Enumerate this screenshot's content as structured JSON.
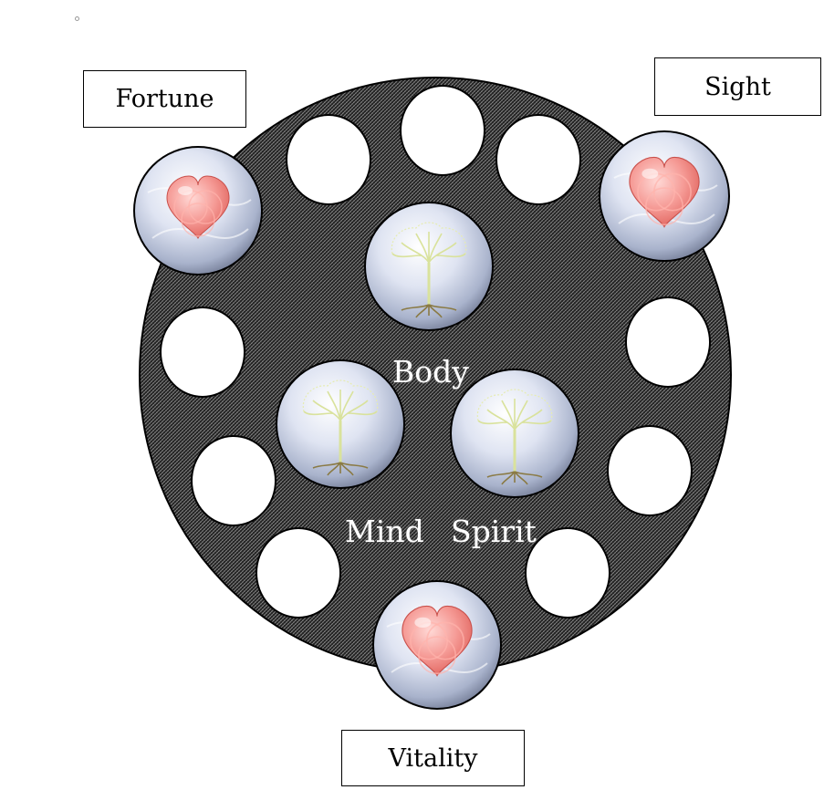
{
  "labels": {
    "fortune": "Fortune",
    "sight": "Sight",
    "vitality": "Vitality"
  },
  "board_words": {
    "body": "Body",
    "mind": "Mind",
    "spirit": "Spirit"
  },
  "tokens": {
    "heart": "heart-token",
    "tree": "tree-of-life-token"
  },
  "colors": {
    "board": "#1a1a1a",
    "board_hatch": "#8a8a8a",
    "slot": "#ffffff",
    "heart": "#f28a88",
    "token_glass": "#cfd6ea",
    "tree": "#d8e2a0"
  }
}
